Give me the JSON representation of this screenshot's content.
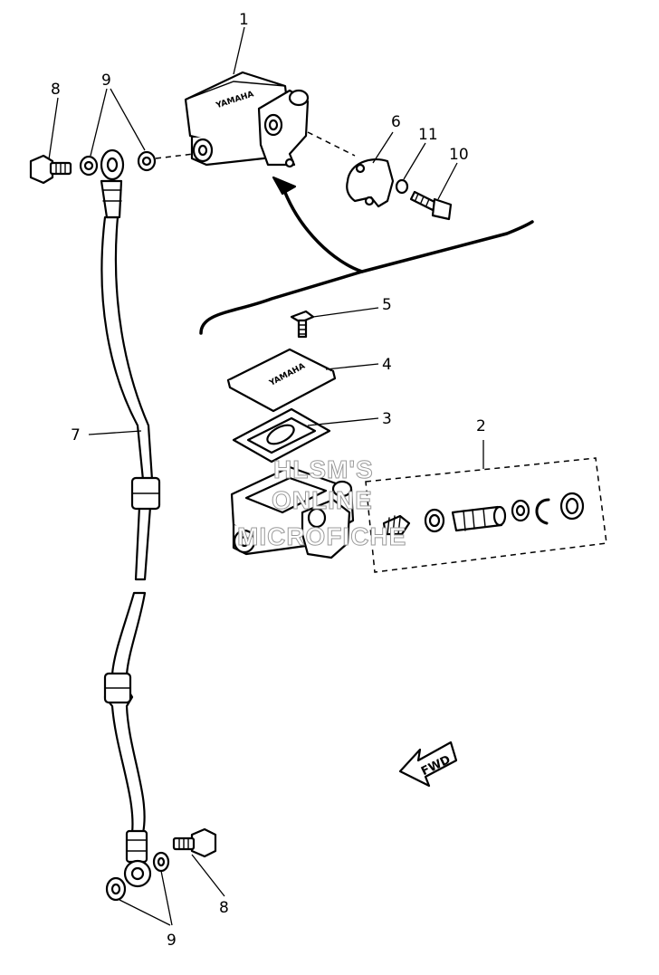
{
  "callouts": {
    "c1": "1",
    "c2": "2",
    "c3": "3",
    "c4": "4",
    "c5": "5",
    "c6": "6",
    "c7": "7",
    "c8_top": "8",
    "c8_bottom": "8",
    "c9_top": "9",
    "c9_bottom": "9",
    "c10": "10",
    "c11": "11"
  },
  "brand_mark": "YAMAHA",
  "watermark": {
    "line1": "HLSM'S",
    "line2": "ONLINE",
    "line3": "MICROFICHE"
  },
  "direction_badge": "FWD"
}
